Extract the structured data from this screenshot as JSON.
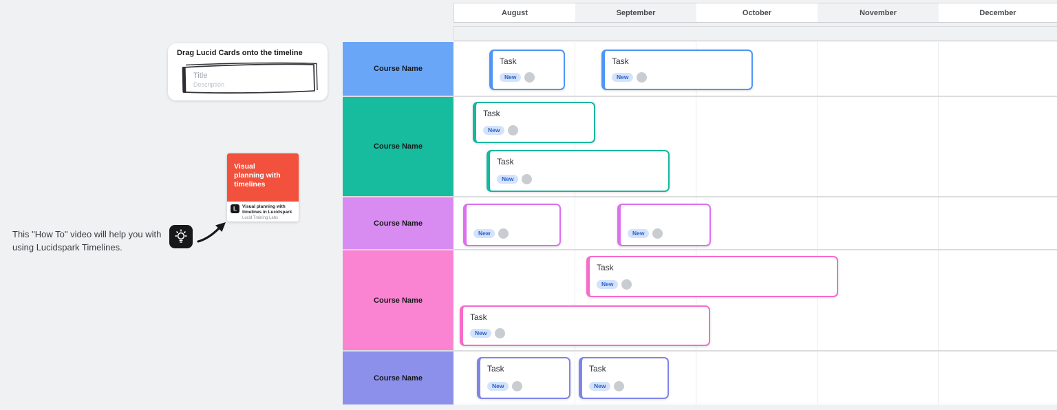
{
  "colors": {
    "page_bg": "#F0F1F3",
    "video_red": "#F1513D",
    "badge_bg": "#D3E3FC",
    "badge_text": "#2A5FC9"
  },
  "instruction_card": {
    "title": "Drag Lucid Cards onto the timeline",
    "sketch_title": "Title",
    "sketch_description": "Description"
  },
  "video_card": {
    "title": "Visual planning with timelines",
    "logo": "L",
    "caption_title": "Visual planning with timelines in Lucidspark",
    "caption_subtitle": "Lucid Training Labs",
    "bg": "#F1513D"
  },
  "help_note": {
    "line1": "This \"How To\" video will help you with",
    "line2": "using Lucidspark Timelines."
  },
  "timeline": {
    "months": [
      {
        "label": "August",
        "shaded": false
      },
      {
        "label": "September",
        "shaded": true
      },
      {
        "label": "October",
        "shaded": false
      },
      {
        "label": "November",
        "shaded": true
      },
      {
        "label": "December",
        "shaded": false
      }
    ],
    "new_badge": {
      "label": "New"
    },
    "rows": [
      {
        "label": "Course Name",
        "color": "#6AA6F8",
        "accent": "#4D96F7",
        "tasks": [
          {
            "title": "Task"
          },
          {
            "title": "Task"
          }
        ]
      },
      {
        "label": "Course Name",
        "color": "#17BC9F",
        "accent": "#14B8A0",
        "tasks": [
          {
            "title": "Task"
          },
          {
            "title": "Task"
          }
        ]
      },
      {
        "label": "Course Name",
        "color": "#D88CF1",
        "accent": "#DD6FF0",
        "tasks": [
          {
            "title": ""
          },
          {
            "title": ""
          }
        ]
      },
      {
        "label": "Course Name",
        "color": "#FA84D1",
        "accent": "#F76BCB",
        "tasks": [
          {
            "title": "Task"
          },
          {
            "title": "Task"
          }
        ]
      },
      {
        "label": "Course Name",
        "color": "#8C90EB",
        "accent": "#7F84E9",
        "tasks": [
          {
            "title": "Task"
          },
          {
            "title": "Task"
          }
        ]
      }
    ]
  }
}
